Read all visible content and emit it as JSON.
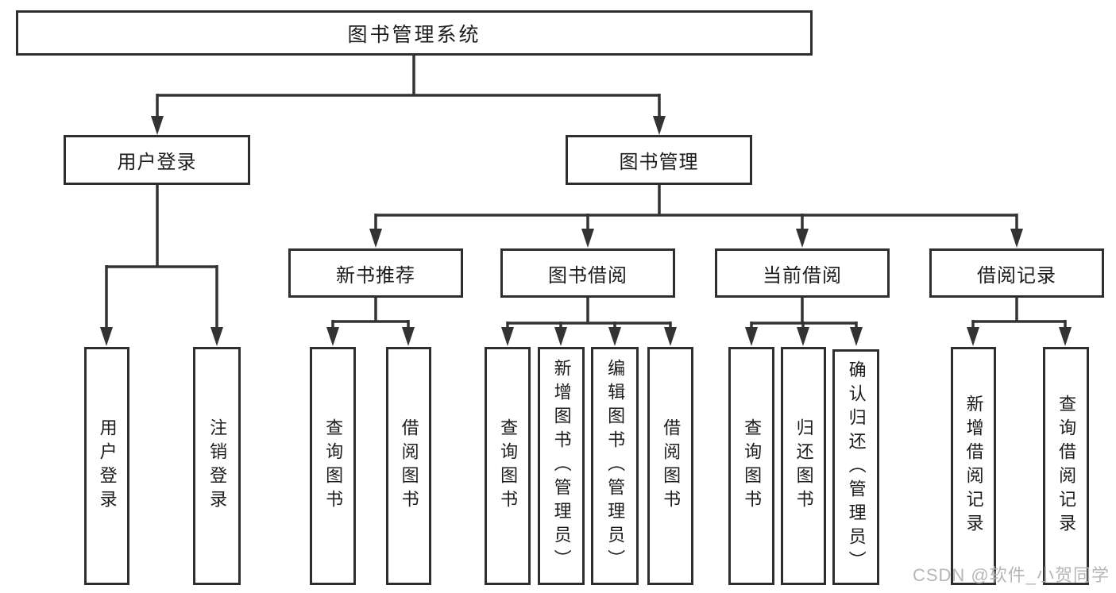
{
  "tree": {
    "label": "图书管理系统",
    "children": [
      {
        "label": "用户登录",
        "children": [
          {
            "label": "用户登录"
          },
          {
            "label": "注销登录"
          }
        ]
      },
      {
        "label": "图书管理",
        "children": [
          {
            "label": "新书推荐",
            "children": [
              {
                "label": "查询图书"
              },
              {
                "label": "借阅图书"
              }
            ]
          },
          {
            "label": "图书借阅",
            "children": [
              {
                "label": "查询图书"
              },
              {
                "label": "新增图书（管理员）"
              },
              {
                "label": "编辑图书（管理员）"
              },
              {
                "label": "借阅图书"
              }
            ]
          },
          {
            "label": "当前借阅",
            "children": [
              {
                "label": "查询图书"
              },
              {
                "label": "归还图书"
              },
              {
                "label": "确认归还（管理员）"
              }
            ]
          },
          {
            "label": "借阅记录",
            "children": [
              {
                "label": "新增借阅记录"
              },
              {
                "label": "查询借阅记录"
              }
            ]
          }
        ]
      }
    ]
  },
  "watermark": {
    "text": "CSDN @软件_小贺同学"
  },
  "colors": {
    "line": "#333333",
    "box_border": "#2e2e2e",
    "text": "#1c1c1c",
    "watermark": "#b2b2b2",
    "background": "#ffffff"
  }
}
